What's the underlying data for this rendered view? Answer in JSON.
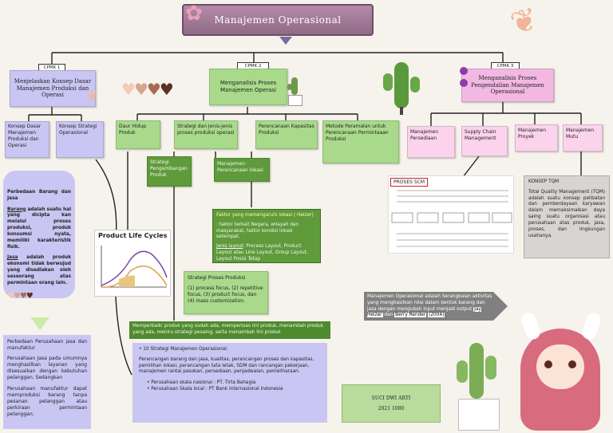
{
  "title": "Manajemen Operasional",
  "cpmk": {
    "c1": "CPMK 1",
    "c2": "CPMK 2",
    "c3": "CPMK 3"
  },
  "branch1": {
    "header": "Menjelaskan Konsep Dasar Manajemen Produksi dan Operasi",
    "konsep_dasar": "Konsep Dasar Manajemen Produksi dan Operasi",
    "konsep_strategi": "Konsep Strategi Operasional",
    "barang_title": "Perbedaan Barang dan Jasa",
    "barang_label": "Barang",
    "barang_text": "adalah suatu hal yang dicipta kan melalui proses produksi, produk konsumsi nyata, memiliki karakteristik fisik.",
    "jasa_label": "Jasa",
    "jasa_text": "adalah produk ekonomi tidak berwujud yang disediakan oleh seseorang atas permintaan orang lain.",
    "perbedaan_title": "Perbedaan Perusahaan jasa dan manufaktur",
    "perbedaan_p1": "Perusahaan Jasa pada umumnya menghasilkan layanan yang disesuaikan dengan kebutuhan pelanggan. Sedangkan",
    "perbedaan_p2": "Perusahaan manufaktur dapat memproduksi barang tanpa pesanan pelanggan atau perkiraan permintaan pelanggan."
  },
  "branch2": {
    "header": "Menganalisis Proses Manajemen Operasi",
    "daur_hidup": "Daur Hidup Produk",
    "strategi_jenis": "Strategi dan Jenis-jenis proses produksi operasi",
    "perencanaan_kapasitas": "Perencanaan Kapasitas Produksi",
    "metode_peramalan": "Metode Peramalan untuk Perencanaan Permintaaan Produksi",
    "strategi_pengembangan": "Strategi Pengembangan Produk",
    "manajemen_lokasi": "Manajemen Perencanaan lokasi",
    "faktor_title": "Faktor yang memengaruhi lokasi ( Heizer)",
    "faktor_text": ": faktor terkait Negara, wilayah dan masyarakat, faktor kondisi lokasi setempat.",
    "layout_label": "Jenis layout",
    "layout_text": ": Process Layout, Product Layout atau Line Layout, Group Layout, Layout Posisi Tetap",
    "strategi_proses_title": "Strategi Proses Produksi",
    "strategi_proses_text": "(1) process focus, (2) repetitive focus, (3) product focus, dan (4) mass customization.",
    "memperbaiki": "Memperbaiki produk yang sudah ada, memperluas lini produk, menambah produk yang ada, meniru strategi pesaing, serta menambah lini produk",
    "strategi_10_title": "10 Strategi Manajemen Operasional:",
    "strategi_10_text": "Perancangan barang dan jasa, kualitas, perancangan proses dan kapasitas, pemilihan lokasi, perancangan tata letak, SDM dan rancangan pekerjaan, manajemen rantai pasokan, persediaan, penjadwalan, pemeliharaan.",
    "nasional": "Perusahaan skala nasional : PT. Tirta Bahagia",
    "lokal": "Perusahaan Skala local : PT Bank Internasional Indonesia",
    "plc_title": "Product Life Cycles"
  },
  "branch3": {
    "header": "Menganalisis Proses Pengendalian Manajemen Operasional",
    "persediaan": "Manajemen Persediaan",
    "supply_chain": "Supply Chain Management",
    "proyek": "Manajemen Proyek",
    "mutu": "Manajemen Mutu",
    "tqm_title": "KONSEP TQM",
    "tqm_text": "Total Quality Management (TQM) adalah suatu konsep pelibatan dan pemberdayaan karyawan dalam memaksimalkan daya saing suatu organisasi atau perusahaan atas produk, jasa, proses, dan lingkungan usahanya.",
    "scm_title": "PROSES SCM"
  },
  "definition": {
    "text": "Manajemen Operasional adalah Serangkaian aktivitas yang menghasilkan nilai dalam bentuk barang dan jasa dengan mengubah input menjadi output",
    "authors1": "Jay Heizer",
    "dan": "dan",
    "authors2": "Berry Render",
    "year": "(2004)"
  },
  "author": {
    "name": "SUCI DWI ARTI",
    "id": "2021 1080"
  },
  "colors": {
    "lavender": "#c9c6f3",
    "green": "#a9d98a",
    "dark_green": "#5f9a3b",
    "pink": "#f2b8e2",
    "title": "#8f6b87"
  }
}
